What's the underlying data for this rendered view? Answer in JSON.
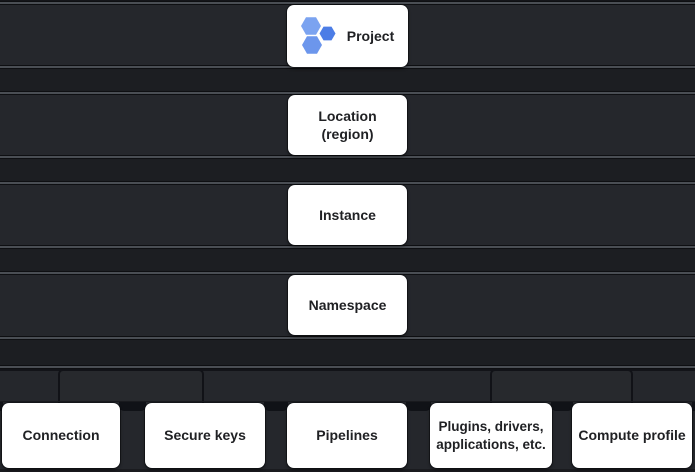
{
  "diagram": {
    "levels": [
      {
        "id": "project",
        "label": "Project",
        "icon": "hexagon-cluster-icon"
      },
      {
        "id": "location",
        "label": "Location\n(region)"
      },
      {
        "id": "instance",
        "label": "Instance"
      },
      {
        "id": "namespace",
        "label": "Namespace"
      }
    ],
    "namespace_items": [
      {
        "label": "Connection"
      },
      {
        "label": "Secure keys"
      },
      {
        "label": "Pipelines"
      },
      {
        "label": "Plugins, drivers,\napplications, etc."
      },
      {
        "label": "Compute profile"
      }
    ],
    "colors": {
      "band": "#25272c",
      "band_dark": "#1c1e22",
      "separator_line": "#4a4e54",
      "chip_background": "#ffffff",
      "chip_text": "#202124",
      "hexagon_blue_light": "#7ba3f0",
      "hexagon_blue": "#4c7de6",
      "hexagon_blue_mid": "#6c96ec"
    }
  }
}
